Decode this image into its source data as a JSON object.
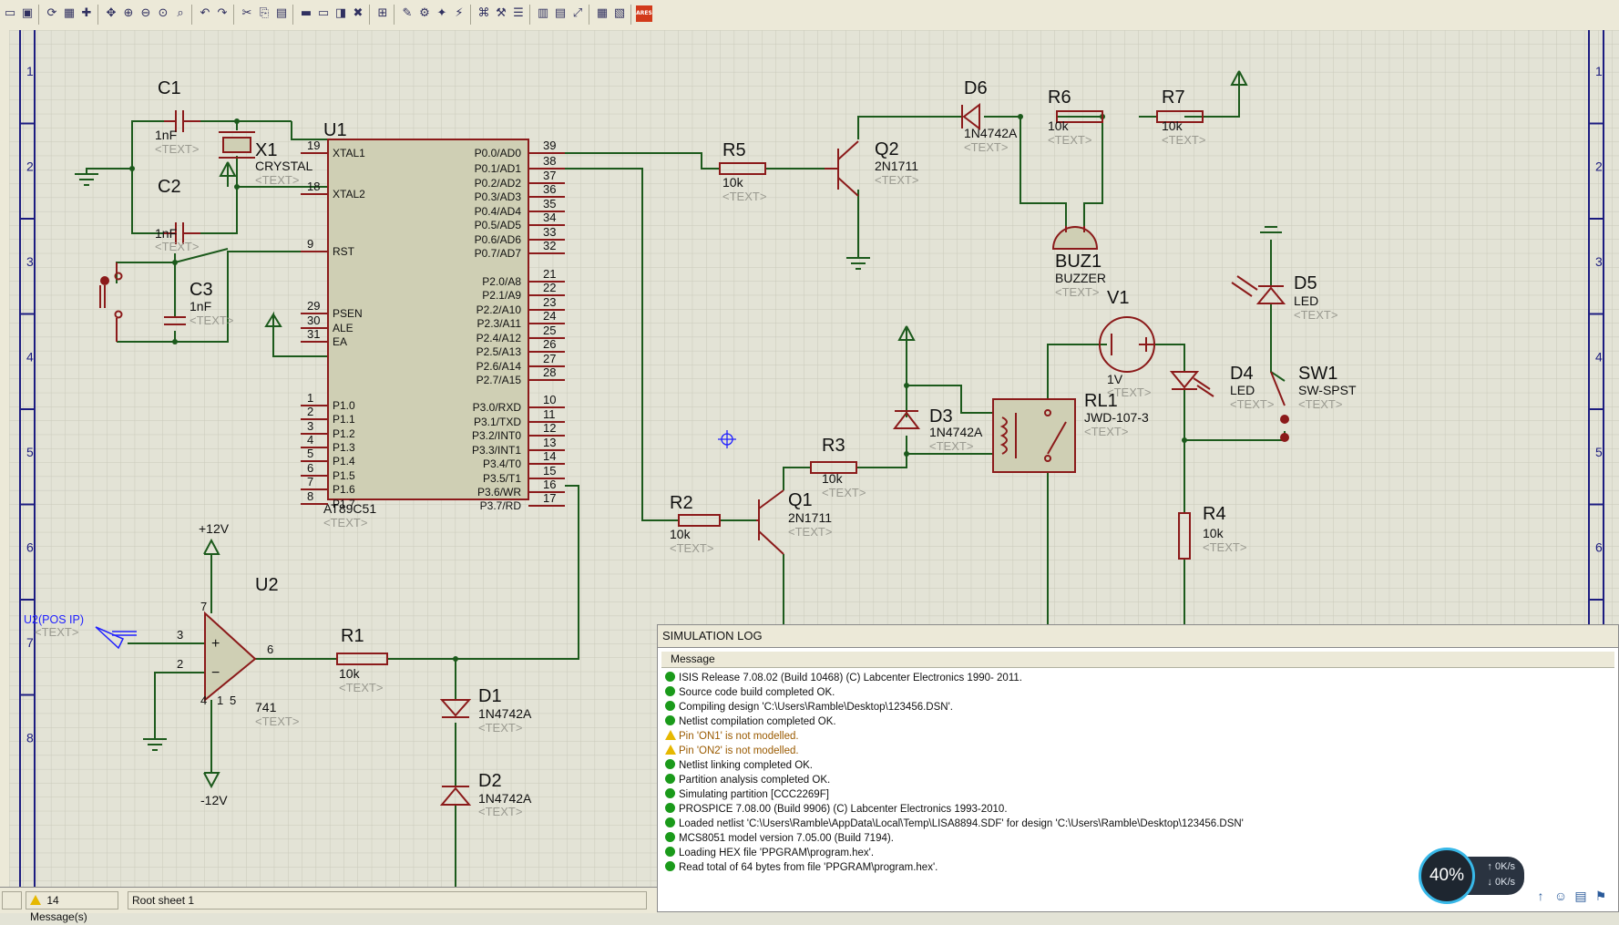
{
  "toolbar": {
    "icons": [
      "page-icon",
      "save-icon",
      "refresh-icon",
      "grid-icon",
      "origin-icon",
      "pan-icon",
      "zoom-in-icon",
      "zoom-out-icon",
      "zoom-all-icon",
      "zoom-area-icon",
      "undo-icon",
      "redo-icon",
      "cut-icon",
      "copy-icon",
      "paste-icon",
      "block-copy-icon",
      "block-move-icon",
      "block-rotate-icon",
      "block-delete-icon",
      "pick-device-icon",
      "make-device-icon",
      "packaging-icon",
      "decompose-icon",
      "wire-autorouter-icon",
      "search-tag-icon",
      "property-tool-icon",
      "design-explorer-icon",
      "new-sheet-icon",
      "remove-sheet-icon",
      "zoom-to-child-icon",
      "bom-icon",
      "erc-icon",
      "ares-icon"
    ],
    "ares_label": "ARES"
  },
  "schematic": {
    "row_labels": [
      "1",
      "2",
      "3",
      "4",
      "5",
      "6",
      "7",
      "8"
    ],
    "text_placeholder": "<TEXT>",
    "components": {
      "c1": {
        "ref": "C1",
        "value": "1nF"
      },
      "c2": {
        "ref": "C2",
        "value": "1nF"
      },
      "c3": {
        "ref": "C3",
        "value": "1nF"
      },
      "x1": {
        "ref": "X1",
        "value": "CRYSTAL"
      },
      "u1": {
        "ref": "U1",
        "value": "AT89C51"
      },
      "u2": {
        "ref": "U2",
        "value": "741"
      },
      "r1": {
        "ref": "R1",
        "value": "10k"
      },
      "r2": {
        "ref": "R2",
        "value": "10k"
      },
      "r3": {
        "ref": "R3",
        "value": "10k"
      },
      "r4": {
        "ref": "R4",
        "value": "10k"
      },
      "r5": {
        "ref": "R5",
        "value": "10k"
      },
      "r6": {
        "ref": "R6",
        "value": "10k"
      },
      "r7": {
        "ref": "R7",
        "value": "10k"
      },
      "q1": {
        "ref": "Q1",
        "value": "2N1711"
      },
      "q2": {
        "ref": "Q2",
        "value": "2N1711"
      },
      "d1": {
        "ref": "D1",
        "value": "1N4742A"
      },
      "d2": {
        "ref": "D2",
        "value": "1N4742A"
      },
      "d3": {
        "ref": "D3",
        "value": "1N4742A"
      },
      "d4": {
        "ref": "D4",
        "value": "LED"
      },
      "d5": {
        "ref": "D5",
        "value": "LED"
      },
      "d6": {
        "ref": "D6",
        "value": "1N4742A"
      },
      "rl1": {
        "ref": "RL1",
        "value": "JWD-107-3"
      },
      "buz1": {
        "ref": "BUZ1",
        "value": "BUZZER"
      },
      "v1": {
        "ref": "V1",
        "value": "1V"
      },
      "sw1": {
        "ref": "SW1",
        "value": "SW-SPST"
      }
    },
    "power": {
      "pos12": "+12V",
      "neg12": "-12V"
    },
    "terminal": {
      "label": "U2(POS IP)"
    },
    "u1_left_pins": [
      {
        "num": "19",
        "name": "XTAL1"
      },
      {
        "num": "18",
        "name": "XTAL2"
      },
      {
        "num": "9",
        "name": "RST"
      },
      {
        "num": "29",
        "name": "PSEN"
      },
      {
        "num": "30",
        "name": "ALE"
      },
      {
        "num": "31",
        "name": "EA"
      },
      {
        "num": "1",
        "name": "P1.0"
      },
      {
        "num": "2",
        "name": "P1.1"
      },
      {
        "num": "3",
        "name": "P1.2"
      },
      {
        "num": "4",
        "name": "P1.3"
      },
      {
        "num": "5",
        "name": "P1.4"
      },
      {
        "num": "6",
        "name": "P1.5"
      },
      {
        "num": "7",
        "name": "P1.6"
      },
      {
        "num": "8",
        "name": "P1.7"
      }
    ],
    "u1_right_pins": [
      {
        "num": "39",
        "name": "P0.0/AD0"
      },
      {
        "num": "38",
        "name": "P0.1/AD1"
      },
      {
        "num": "37",
        "name": "P0.2/AD2"
      },
      {
        "num": "36",
        "name": "P0.3/AD3"
      },
      {
        "num": "35",
        "name": "P0.4/AD4"
      },
      {
        "num": "34",
        "name": "P0.5/AD5"
      },
      {
        "num": "33",
        "name": "P0.6/AD6"
      },
      {
        "num": "32",
        "name": "P0.7/AD7"
      },
      {
        "num": "21",
        "name": "P2.0/A8"
      },
      {
        "num": "22",
        "name": "P2.1/A9"
      },
      {
        "num": "23",
        "name": "P2.2/A10"
      },
      {
        "num": "24",
        "name": "P2.3/A11"
      },
      {
        "num": "25",
        "name": "P2.4/A12"
      },
      {
        "num": "26",
        "name": "P2.5/A13"
      },
      {
        "num": "27",
        "name": "P2.6/A14"
      },
      {
        "num": "28",
        "name": "P2.7/A15"
      },
      {
        "num": "10",
        "name": "P3.0/RXD"
      },
      {
        "num": "11",
        "name": "P3.1/TXD"
      },
      {
        "num": "12",
        "name": "P3.2/INT0"
      },
      {
        "num": "13",
        "name": "P3.3/INT1"
      },
      {
        "num": "14",
        "name": "P3.4/T0"
      },
      {
        "num": "15",
        "name": "P3.5/T1"
      },
      {
        "num": "16",
        "name": "P3.6/WR"
      },
      {
        "num": "17",
        "name": "P3.7/RD"
      }
    ],
    "u2_pins": {
      "p7": "7",
      "p3": "3",
      "p2": "2",
      "p6": "6",
      "p4": "4",
      "p1": "1",
      "p5": "5"
    }
  },
  "simlog": {
    "title": "SIMULATION LOG",
    "column": "Message",
    "messages": [
      {
        "type": "ok",
        "text": "ISIS Release 7.08.02 (Build 10468) (C) Labcenter Electronics 1990- 2011."
      },
      {
        "type": "ok",
        "text": "Source code build completed OK."
      },
      {
        "type": "ok",
        "text": "Compiling design 'C:\\Users\\Ramble\\Desktop\\123456.DSN'."
      },
      {
        "type": "ok",
        "text": "Netlist compilation completed OK."
      },
      {
        "type": "warn",
        "text": "Pin 'ON1' is not modelled."
      },
      {
        "type": "warn",
        "text": "Pin 'ON2' is not modelled."
      },
      {
        "type": "ok",
        "text": "Netlist linking completed OK."
      },
      {
        "type": "ok",
        "text": "Partition analysis completed OK."
      },
      {
        "type": "ok",
        "text": "Simulating partition [CCC2269F]"
      },
      {
        "type": "ok",
        "text": "PROSPICE 7.08.00 (Build 9906) (C) Labcenter Electronics 1993-2010."
      },
      {
        "type": "ok",
        "text": "Loaded netlist 'C:\\Users\\Ramble\\AppData\\Local\\Temp\\LISA8894.SDF' for design 'C:\\Users\\Ramble\\Desktop\\123456.DSN'"
      },
      {
        "type": "ok",
        "text": "MCS8051 model version 7.05.00 (Build 7194)."
      },
      {
        "type": "ok",
        "text": "Loading HEX file 'PPGRAM\\program.hex'."
      },
      {
        "type": "ok",
        "text": "Read total of 64 bytes from file 'PPGRAM\\program.hex'."
      }
    ]
  },
  "statusbar": {
    "messages": "14 Message(s)",
    "sheet": "Root sheet 1"
  },
  "network": {
    "percent": "40%",
    "up": "0K/s",
    "down": "0K/s"
  },
  "colors": {
    "wire": "#1c5a1c",
    "component": "#8b1a1a",
    "chip_fill": "#cfcfb4",
    "canvas_bg": "#e3e3d6",
    "grid": "#c9c9ba",
    "frame": "#1c1c80",
    "terminal": "#2020ff"
  }
}
